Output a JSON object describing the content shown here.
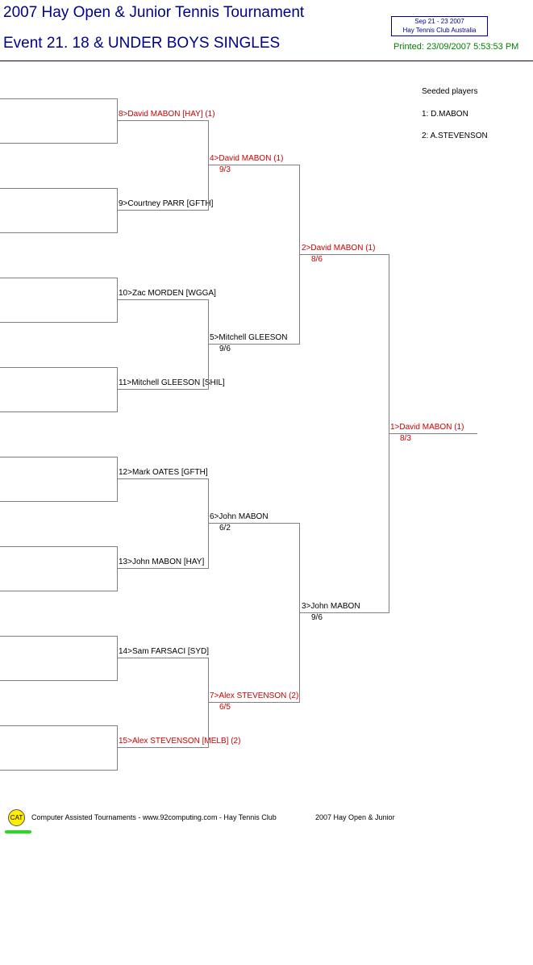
{
  "header": {
    "title_line1": "2007 Hay Open & Junior Tennis Tournament",
    "title_line2": "Event 21. 18 & UNDER BOYS SINGLES",
    "info_dates": "Sep 21 - 23 2007",
    "info_club": "Hay Tennis Club    Australia",
    "printed": "Printed: 23/09/2007 5:53:53 PM"
  },
  "seeds": {
    "heading": "Seeded players",
    "list": [
      "1: D.MABON",
      "2: A.STEVENSON"
    ]
  },
  "draw": {
    "first_round": [
      {
        "label": "8>David MABON [HAY] (1)",
        "seeded": true
      },
      {
        "label": "9>Courtney PARR [GFTH]",
        "seeded": false
      },
      {
        "label": "10>Zac MORDEN [WGGA]",
        "seeded": false
      },
      {
        "label": "11>Mitchell GLEESON [SHIL]",
        "seeded": false
      },
      {
        "label": "12>Mark OATES [GFTH]",
        "seeded": false
      },
      {
        "label": "13>John MABON [HAY]",
        "seeded": false
      },
      {
        "label": "14>Sam FARSACI [SYD]",
        "seeded": false
      },
      {
        "label": "15>Alex STEVENSON [MELB] (2)",
        "seeded": true
      }
    ],
    "quarterfinals": [
      {
        "label": "4>David MABON (1)",
        "score": "9/3",
        "seeded": true
      },
      {
        "label": "5>Mitchell GLEESON",
        "score": "9/6",
        "seeded": false
      },
      {
        "label": "6>John MABON",
        "score": "6/2",
        "seeded": false
      },
      {
        "label": "7>Alex STEVENSON (2)",
        "score": "6/5",
        "seeded": true
      }
    ],
    "semifinals": [
      {
        "label": "2>David MABON (1)",
        "score": "8/6",
        "seeded": true
      },
      {
        "label": "3>John MABON",
        "score": "9/6",
        "seeded": false
      }
    ],
    "final": {
      "label": "1>David MABON (1)",
      "score": "8/3",
      "seeded": true
    }
  },
  "footer": {
    "logo_text": "CAT",
    "text_main": "Computer Assisted Tournaments - www.92computing.com -   Hay Tennis Club",
    "text_event": "2007 Hay Open & Junior"
  },
  "colors": {
    "title": "#00008b",
    "printed": "#008000",
    "seeded": "#cc0000",
    "lines": "#808080"
  }
}
